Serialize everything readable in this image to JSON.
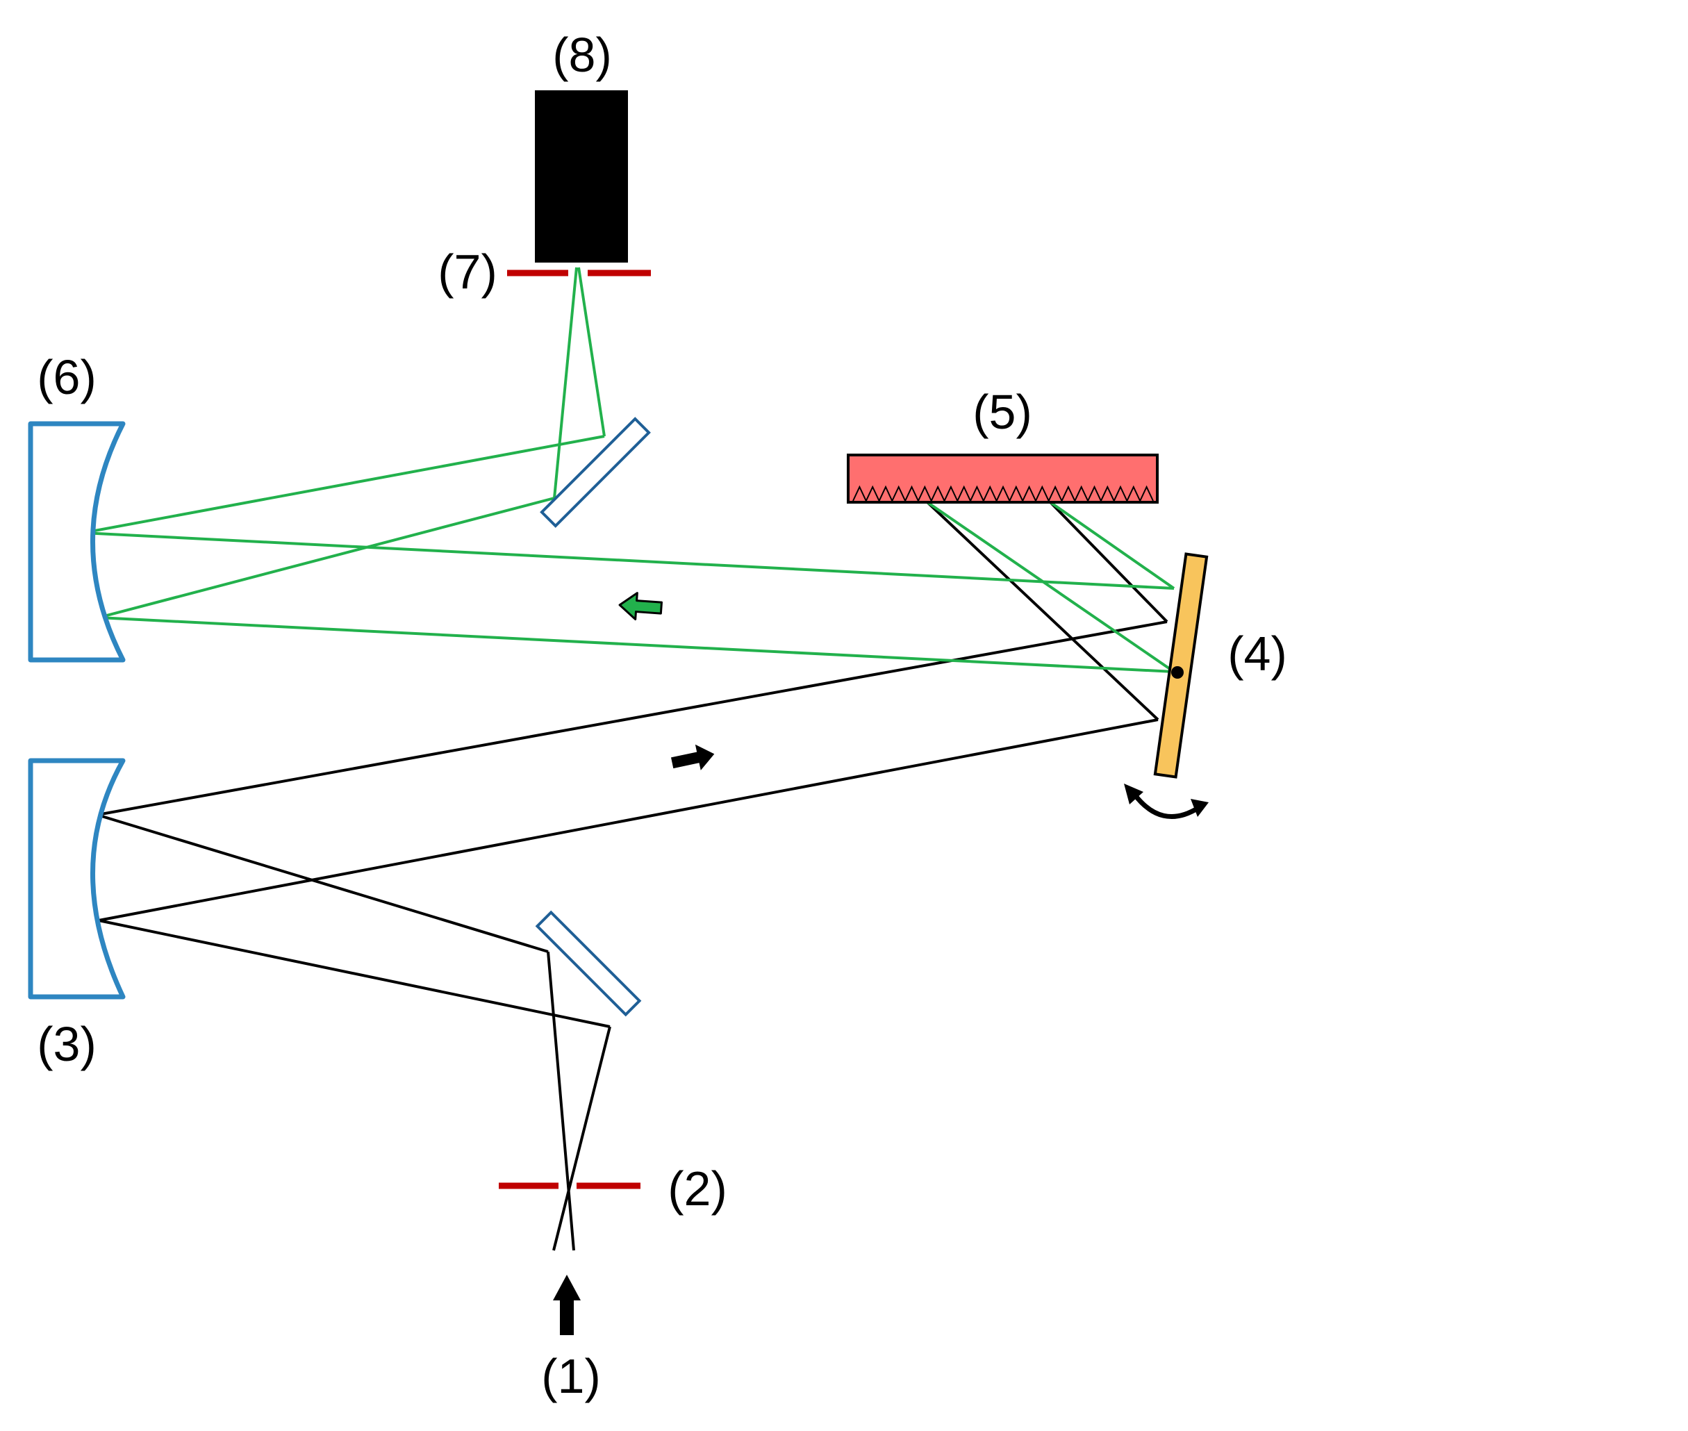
{
  "labels": {
    "entrance": "(1)",
    "entrance_slit": "(2)",
    "collimating_mirror": "(3)",
    "scanning_mirror": "(4)",
    "grating": "(5)",
    "focusing_mirror": "(6)",
    "exit_slit": "(7)",
    "detector": "(8)"
  },
  "colors": {
    "incident_beam": "#000000",
    "diffracted_beam": "#22b14c",
    "slits": "#c00000",
    "concave_mirrors": "#2e86c1",
    "fold_mirrors": "#1f5f96",
    "grating": "#ff6f6f",
    "scanning_mirror": "#f8c45c",
    "detector": "#000000"
  }
}
